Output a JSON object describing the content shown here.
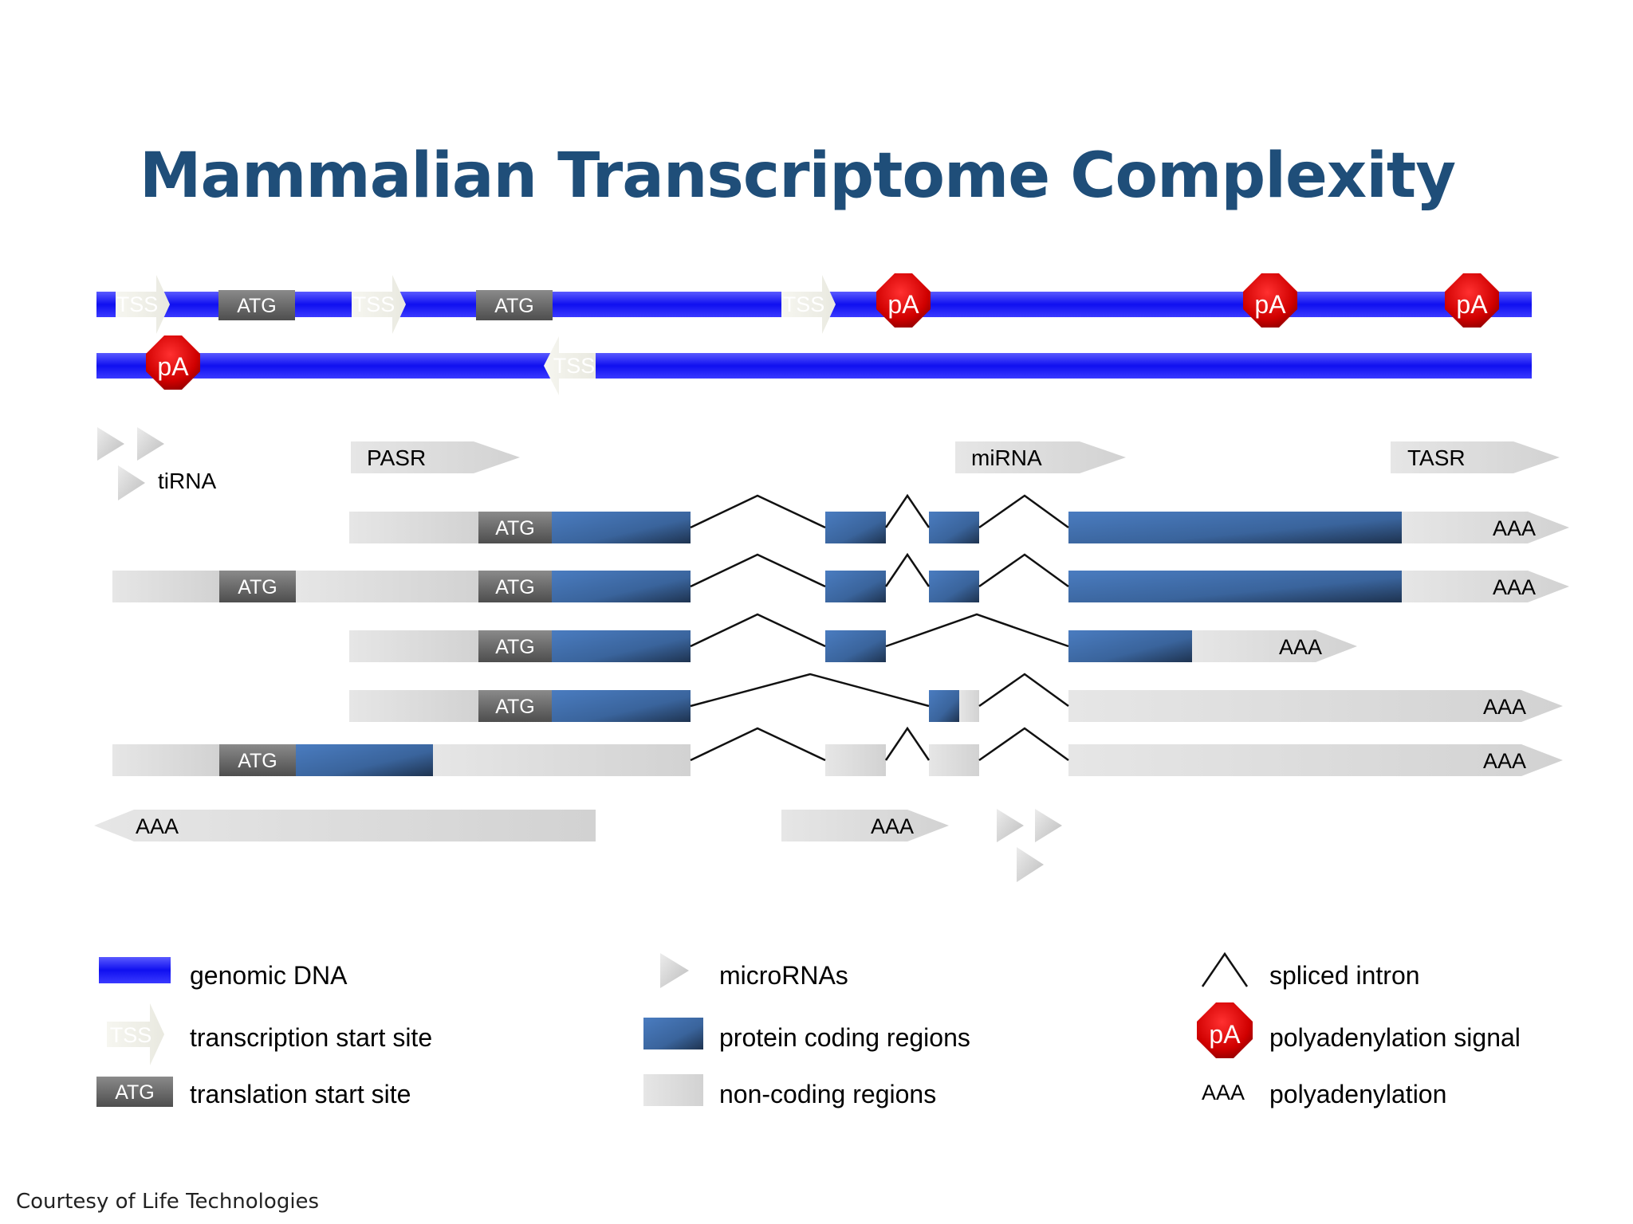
{
  "title": "Mammalian Transcriptome Complexity",
  "credit": "Courtesy of Life Technologies",
  "labels": {
    "tss": "TSS",
    "atg": "ATG",
    "pa": "pA",
    "aaa": "AAA",
    "tirna": "tiRNA",
    "pasr": "PASR",
    "mirna": "miRNA",
    "tasr": "TASR"
  },
  "legend": {
    "genomic_dna": "genomic DNA",
    "tss": "transcription start site",
    "atg": "translation start site",
    "micrornas": "microRNAs",
    "coding": "protein coding regions",
    "noncoding": "non-coding regions",
    "spliced_intron": "spliced intron",
    "pa_signal": "polyadenylation signal",
    "polyadenylation": "polyadenylation"
  },
  "colors": {
    "title": "#1f4e79",
    "dna": "#1a1af5",
    "coding": "#2e5a8e",
    "noncoding": "#d6d6d6",
    "atg_box": "#6b6b6b",
    "pa": "#d40000"
  }
}
